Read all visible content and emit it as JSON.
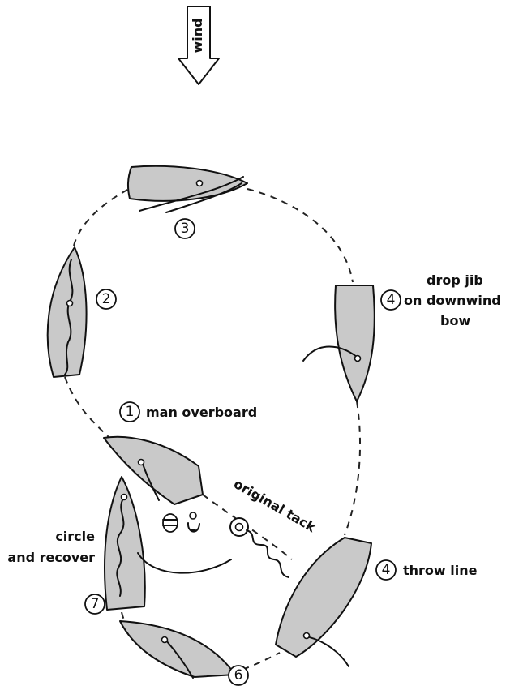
{
  "wind": "wind",
  "steps": {
    "step1": {
      "number": "1",
      "label": "man overboard"
    },
    "step2": {
      "number": "2"
    },
    "step3": {
      "number": "3"
    },
    "step4a": {
      "number": "4",
      "label_line1": "drop jib",
      "label_line2": "on downwind",
      "label_line3": "bow"
    },
    "step4b": {
      "number": "4",
      "label": "throw line"
    },
    "step6": {
      "number": "6"
    },
    "step7": {
      "number": "7",
      "label_line1": "circle",
      "label_line2": "and recover"
    }
  },
  "original_tack": "original tack"
}
